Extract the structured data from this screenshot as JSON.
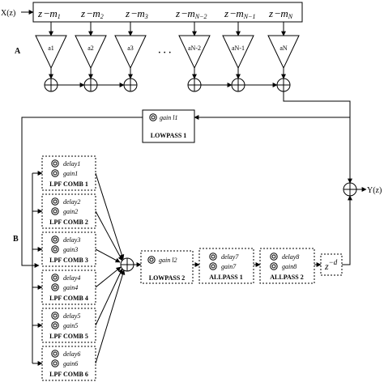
{
  "input_label": "X(z)",
  "output_label": "Y(z)",
  "section_a_label": "A",
  "section_b_label": "B",
  "ellipsis": "· · ·",
  "delay_symbol": "z",
  "delays": [
    {
      "sub": "1"
    },
    {
      "sub": "2"
    },
    {
      "sub": "3"
    },
    {
      "sub": "N−2"
    },
    {
      "sub": "N−1"
    },
    {
      "sub": "N"
    }
  ],
  "gains": [
    "a1",
    "a2",
    "a3",
    "aN-2",
    "aN-1",
    "aN"
  ],
  "lowpass1": {
    "param": "gain l1",
    "title": "LOWPASS 1"
  },
  "combs": [
    {
      "delay": "delay1",
      "gain": "gain1",
      "title": "LPF COMB 1"
    },
    {
      "delay": "delay2",
      "gain": "gain2",
      "title": "LPF COMB 2"
    },
    {
      "delay": "delay3",
      "gain": "gain3",
      "title": "LPF COMB 3"
    },
    {
      "delay": "delay4",
      "gain": "gain4",
      "title": "LPF COMB 4"
    },
    {
      "delay": "delay5",
      "gain": "gain5",
      "title": "LPF COMB 5"
    },
    {
      "delay": "delay6",
      "gain": "gain6",
      "title": "LPF COMB 6"
    }
  ],
  "lowpass2": {
    "param": "gain l2",
    "title": "LOWPASS 2"
  },
  "allpass1": {
    "delay": "delay7",
    "gain": "gain7",
    "title": "ALLPASS 1"
  },
  "allpass2": {
    "delay": "delay8",
    "gain": "gain8",
    "title": "ALLPASS 2"
  },
  "final_delay": {
    "base": "z",
    "exp": "−d"
  }
}
